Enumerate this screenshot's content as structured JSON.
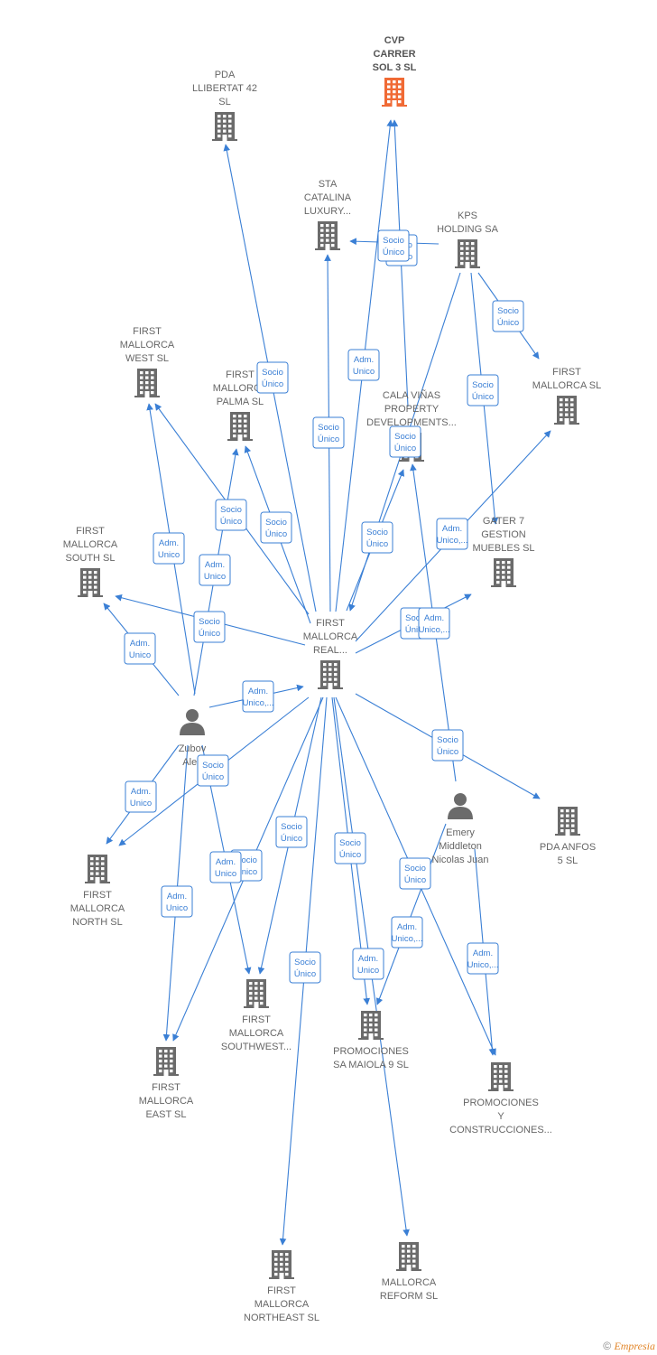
{
  "colors": {
    "edge": "#3a7fd5",
    "company": "#6b6b6b",
    "highlight": "#f06a35",
    "label": "#666666"
  },
  "nodes": [
    {
      "id": "cvp",
      "kind": "company",
      "highlight": true,
      "lines": [
        "CVP",
        "CARRER",
        "SOL 3  SL"
      ]
    },
    {
      "id": "pda42",
      "kind": "company",
      "lines": [
        "PDA",
        "LLIBERTAT 42",
        "SL"
      ]
    },
    {
      "id": "sta",
      "kind": "company",
      "lines": [
        "STA",
        "CATALINA",
        "LUXURY..."
      ]
    },
    {
      "id": "kps",
      "kind": "company",
      "lines": [
        "KPS",
        "HOLDING SA"
      ]
    },
    {
      "id": "fmwest",
      "kind": "company",
      "lines": [
        "FIRST",
        "MALLORCA",
        "WEST  SL"
      ]
    },
    {
      "id": "fmpalma",
      "kind": "company",
      "lines": [
        "FIRST",
        "MALLORCA",
        "PALMA  SL"
      ]
    },
    {
      "id": "cala",
      "kind": "company",
      "lines": [
        "CALA VIÑAS",
        "PROPERTY",
        "DEVELOPMENTS..."
      ]
    },
    {
      "id": "fmsl",
      "kind": "company",
      "lines": [
        "FIRST",
        "MALLORCA SL"
      ]
    },
    {
      "id": "gater",
      "kind": "company",
      "lines": [
        "GATER 7",
        "GESTION",
        "MUEBLES  SL"
      ]
    },
    {
      "id": "fmsouth",
      "kind": "company",
      "lines": [
        "FIRST",
        "MALLORCA",
        "SOUTH  SL"
      ]
    },
    {
      "id": "fmreal",
      "kind": "company",
      "lines": [
        "FIRST",
        "MALLORCA",
        "REAL..."
      ]
    },
    {
      "id": "zubov",
      "kind": "person",
      "lines": [
        "Zubov",
        "Alex"
      ]
    },
    {
      "id": "emery",
      "kind": "person",
      "lines": [
        "Emery",
        "Middleton",
        "Nicolas Juan"
      ]
    },
    {
      "id": "pdaanfos",
      "kind": "company",
      "lines": [
        "PDA ANFOS",
        "5  SL"
      ]
    },
    {
      "id": "fmnorth",
      "kind": "company",
      "lines": [
        "FIRST",
        "MALLORCA",
        "NORTH  SL"
      ]
    },
    {
      "id": "fmsouthwest",
      "kind": "company",
      "lines": [
        "FIRST",
        "MALLORCA",
        "SOUTHWEST..."
      ]
    },
    {
      "id": "promo9",
      "kind": "company",
      "lines": [
        "PROMOCIONES",
        "SA MAIOLA 9  SL"
      ]
    },
    {
      "id": "promoy",
      "kind": "company",
      "lines": [
        "PROMOCIONES",
        "Y",
        "CONSTRUCCIONES..."
      ]
    },
    {
      "id": "fmeast",
      "kind": "company",
      "lines": [
        "FIRST",
        "MALLORCA",
        "EAST  SL"
      ]
    },
    {
      "id": "fmnortheast",
      "kind": "company",
      "lines": [
        "FIRST",
        "MALLORCA",
        "NORTHEAST  SL"
      ]
    },
    {
      "id": "reform",
      "kind": "company",
      "lines": [
        "MALLORCA",
        "REFORM  SL"
      ]
    }
  ],
  "edges": [
    {
      "from": "fmreal",
      "to": "pda42",
      "label": [
        "Socio",
        "Único"
      ]
    },
    {
      "from": "fmreal",
      "to": "cvp",
      "label": [
        "Adm.",
        "Unico"
      ]
    },
    {
      "from": "cala",
      "to": "cvp",
      "label": [
        "Socio",
        "Único"
      ]
    },
    {
      "from": "kps",
      "to": "sta",
      "label": [
        "Socio",
        "Único"
      ]
    },
    {
      "from": "fmreal",
      "to": "sta",
      "label": [
        "Socio",
        "Único"
      ]
    },
    {
      "from": "kps",
      "to": "fmsl",
      "label": [
        "Socio",
        "Único"
      ]
    },
    {
      "from": "kps",
      "to": "gater",
      "label": [
        "Socio",
        "Único"
      ]
    },
    {
      "from": "kps",
      "to": "fmreal",
      "label": [
        "Socio",
        "Único"
      ]
    },
    {
      "from": "fmreal",
      "to": "cala",
      "label": [
        "Socio",
        "Único"
      ]
    },
    {
      "from": "fmreal",
      "to": "fmsl",
      "label": [
        "Adm.",
        "Unico,..."
      ]
    },
    {
      "from": "fmreal",
      "to": "fmwest",
      "label": [
        "Socio",
        "Único"
      ]
    },
    {
      "from": "zubov",
      "to": "fmwest",
      "label": [
        "Adm.",
        "Unico"
      ]
    },
    {
      "from": "fmreal",
      "to": "fmpalma",
      "label": [
        "Socio",
        "Único"
      ]
    },
    {
      "from": "zubov",
      "to": "fmpalma",
      "label": [
        "Adm.",
        "Unico"
      ]
    },
    {
      "from": "fmreal",
      "to": "fmsouth",
      "label": [
        "Socio",
        "Único"
      ]
    },
    {
      "from": "zubov",
      "to": "fmsouth",
      "label": [
        "Adm.",
        "Unico"
      ]
    },
    {
      "from": "zubov",
      "to": "fmreal",
      "label": [
        "Adm.",
        "Unico,..."
      ]
    },
    {
      "from": "fmreal",
      "to": "gater",
      "label": [
        "Socio",
        "Único"
      ]
    },
    {
      "from": "emery",
      "to": "cala",
      "label": [
        "Adm.",
        "Unico,..."
      ]
    },
    {
      "from": "fmreal",
      "to": "pdaanfos",
      "label": [
        "Socio",
        "Único"
      ]
    },
    {
      "from": "fmreal",
      "to": "fmnorth",
      "label": [
        "Socio",
        "Único"
      ]
    },
    {
      "from": "zubov",
      "to": "fmnorth",
      "label": [
        "Adm.",
        "Unico"
      ]
    },
    {
      "from": "fmreal",
      "to": "fmsouthwest",
      "label": [
        "Socio",
        "Único"
      ]
    },
    {
      "from": "zubov",
      "to": "fmsouthwest",
      "label": [
        "Socio",
        "Único"
      ]
    },
    {
      "from": "fmreal",
      "to": "fmeast",
      "label": [
        "Adm.",
        "Unico"
      ]
    },
    {
      "from": "zubov",
      "to": "fmeast",
      "label": [
        "Adm.",
        "Unico"
      ]
    },
    {
      "from": "fmreal",
      "to": "promo9",
      "label": [
        "Socio",
        "Único"
      ]
    },
    {
      "from": "emery",
      "to": "promo9",
      "label": [
        "Adm.",
        "Unico,..."
      ]
    },
    {
      "from": "fmreal",
      "to": "promoy",
      "label": [
        "Socio",
        "Único"
      ]
    },
    {
      "from": "emery",
      "to": "promoy",
      "label": [
        "Adm.",
        "Unico,..."
      ]
    },
    {
      "from": "fmreal",
      "to": "fmnortheast",
      "label": [
        "Socio",
        "Único"
      ]
    },
    {
      "from": "fmreal",
      "to": "reform",
      "label": [
        "Adm.",
        "Unico"
      ]
    }
  ],
  "footer": {
    "copyright": "©",
    "brand": "Empresia"
  }
}
